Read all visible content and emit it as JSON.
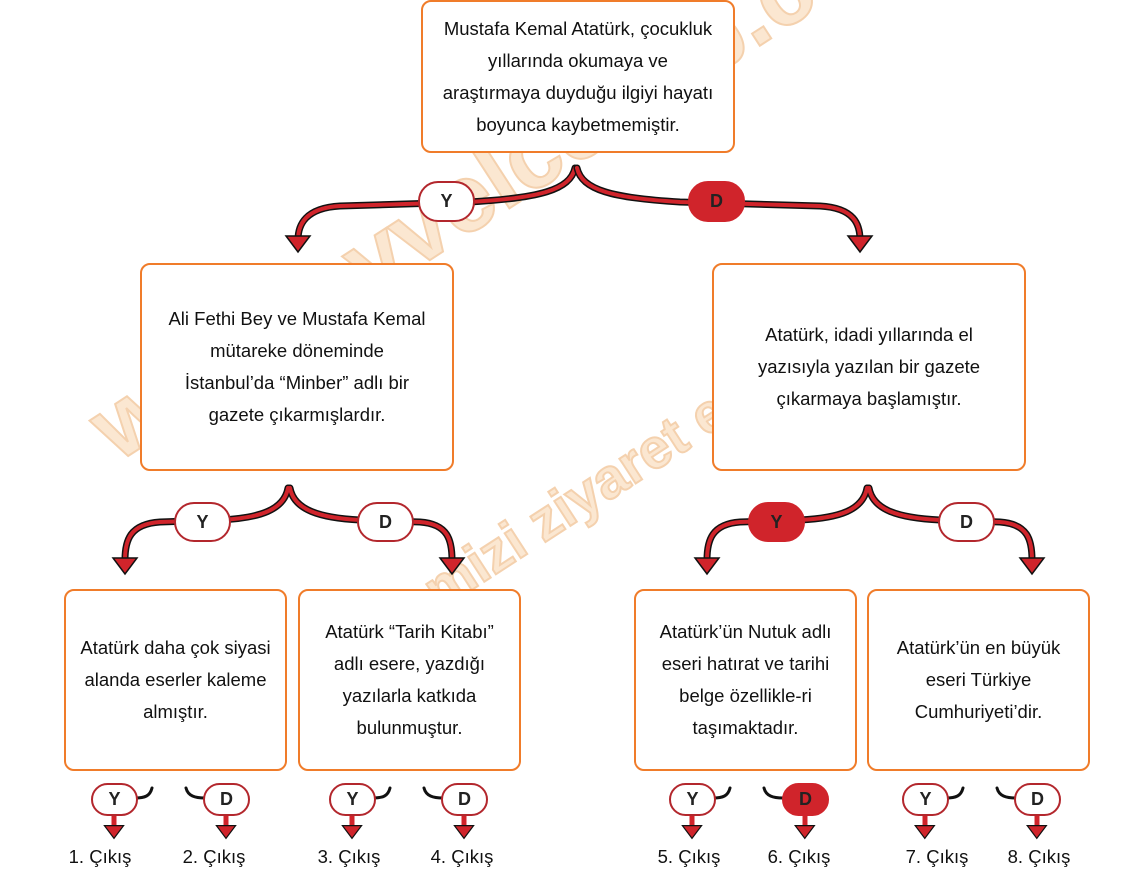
{
  "root": {
    "text": "Mustafa Kemal Atatürk, çocukluk yıllarında okumaya ve araştırmaya duyduğu ilgiyi hayatı boyunca kaybetmemiştir."
  },
  "level2": [
    {
      "text": "Ali Fethi Bey ve Mustafa Kemal mütareke döneminde İstanbul’da “Minber” adlı bir gazete çıkarmışlardır."
    },
    {
      "text": "Atatürk, idadi yıllarında el yazısıyla yazılan bir gazete çıkarmaya başlamıştır."
    }
  ],
  "level3": [
    {
      "text": "Atatürk daha çok siyasi alanda eserler kaleme almıştır."
    },
    {
      "text": "Atatürk “Tarih Kitabı” adlı esere, yazdığı yazılarla katkıda bulunmuştur."
    },
    {
      "text": "Atatürk’ün Nutuk adlı eseri hatırat ve tarihi belge özellikle-ri taşımaktadır."
    },
    {
      "text": "Atatürk’ün en büyük eseri Türkiye Cumhuriyeti’dir."
    }
  ],
  "badges": {
    "yes": "Y",
    "no": "D"
  },
  "exits": [
    "1. Çıkış",
    "2. Çıkış",
    "3. Çıkış",
    "4. Çıkış",
    "5. Çıkış",
    "6. Çıkış",
    "7. Çıkış",
    "8. Çıkış"
  ],
  "watermark": {
    "line1": "www.evvelcevap.com",
    "line2": "sitemizi ziyaret ediniz"
  },
  "colors": {
    "box_border": "#f07c2a",
    "arrow": "#d0242b",
    "badge_selected": "#d0242b"
  }
}
